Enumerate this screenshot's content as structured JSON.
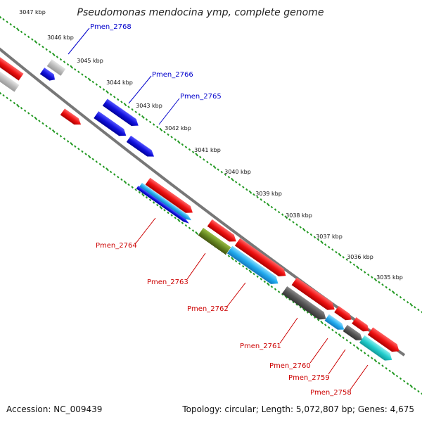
{
  "title": "Pseudomonas mendocina ymp, complete genome",
  "footer": {
    "accession": "Accession: NC_009439",
    "summary": "Topology: circular; Length: 5,072,807 bp; Genes: 4,675"
  },
  "ticks": [
    "3047 kbp",
    "3046 kbp",
    "3045 kbp",
    "3044 kbp",
    "3043 kbp",
    "3042 kbp",
    "3041 kbp",
    "3040 kbp",
    "3039 kbp",
    "3038 kbp",
    "3037 kbp",
    "3036 kbp",
    "3035 kbp"
  ],
  "genes_top": [
    "Pmen_2768",
    "Pmen_2766",
    "Pmen_2765"
  ],
  "genes_bottom": [
    "Pmen_2764",
    "Pmen_2763",
    "Pmen_2762",
    "Pmen_2761",
    "Pmen_2760",
    "Pmen_2759",
    "Pmen_2758"
  ],
  "colors": {
    "forward_label": "#0000cc",
    "reverse_label": "#cc0000",
    "red": "#ee1111",
    "blue": "#1111dd",
    "light_blue": "#22aaee",
    "cyan": "#22cccc",
    "olive": "#668822",
    "dark_gray": "#555555",
    "light_gray": "#bbbbbb",
    "dots": "#229922",
    "backbone": "#777777"
  }
}
